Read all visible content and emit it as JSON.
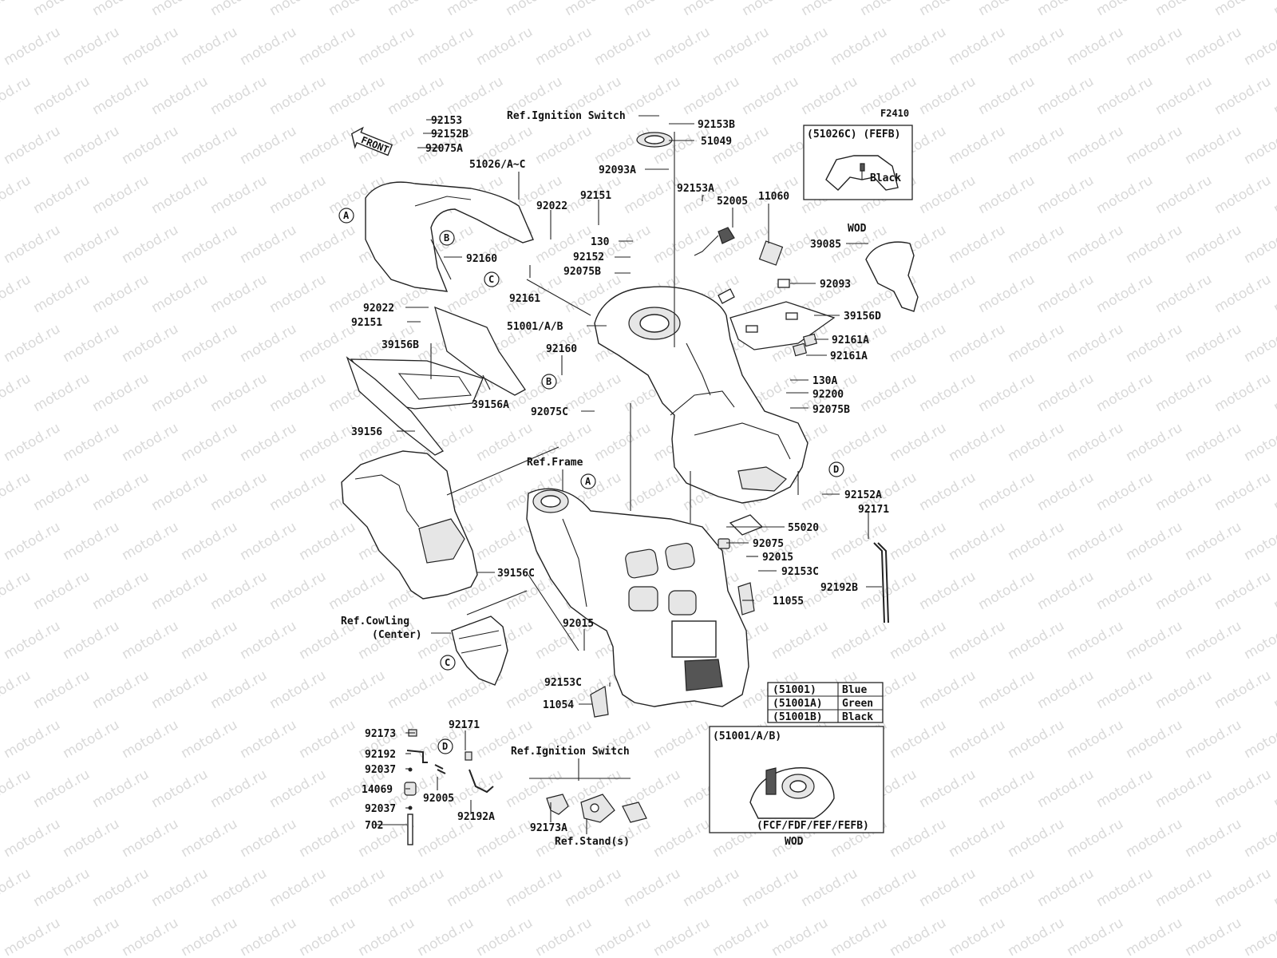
{
  "diagram_id": "F2410",
  "front_arrow": "FRONT",
  "watermark": "motod.ru",
  "part_labels": {
    "p92153": "92153",
    "p92152B": "92152B",
    "p92075A": "92075A",
    "p51026": "51026/A~C",
    "ref_ign_top": "Ref.Ignition Switch",
    "p92153B": "92153B",
    "p51049": "51049",
    "p92093A": "92093A",
    "p92022a": "92022",
    "p92151a": "92151",
    "p130a": "130",
    "p92152": "92152",
    "p92075B_a": "92075B",
    "p92161": "92161",
    "p92160a": "92160",
    "p92022b": "92022",
    "p92151b": "92151",
    "p51001": "51001/A/B",
    "p92153A": "92153A",
    "p52005": "52005",
    "p11060": "11060",
    "p92093": "92093",
    "p39156D": "39156D",
    "p92161A_a": "92161A",
    "p92161A_b": "92161A",
    "p39156B": "39156B",
    "p39156A": "39156A",
    "p92160b": "92160",
    "p92075C": "92075C",
    "p130A": "130A",
    "p92200": "92200",
    "p92075B_b": "92075B",
    "p39156": "39156",
    "ref_frame": "Ref.Frame",
    "p92152A": "92152A",
    "p92171a": "92171",
    "p55020": "55020",
    "p92075": "92075",
    "p92015a": "92015",
    "p92153C_a": "92153C",
    "p92192B": "92192B",
    "p11055": "11055",
    "p39156C": "39156C",
    "ref_cowl_1": "Ref.Cowling",
    "ref_cowl_2": "(Center)",
    "p92015b": "92015",
    "p92153C_b": "92153C",
    "p11054": "11054",
    "p92173": "92173",
    "p92192": "92192",
    "p92037a": "92037",
    "p14069": "14069",
    "p92037b": "92037",
    "p702": "702",
    "p92171b": "92171",
    "p92005": "92005",
    "p92192A": "92192A",
    "ref_ign_bottom": "Ref.Ignition Switch",
    "p92173A": "92173A",
    "ref_stand": "Ref.Stand(s)"
  },
  "callouts": [
    "A",
    "B",
    "C",
    "D"
  ],
  "inset_top": {
    "code": "(51026C) (FEFB)",
    "color": "Black",
    "variant": "WOD",
    "part": "39085"
  },
  "color_table": {
    "rows": [
      {
        "code": "(51001)",
        "color": "Blue"
      },
      {
        "code": "(51001A)",
        "color": "Green"
      },
      {
        "code": "(51001B)",
        "color": "Black"
      }
    ]
  },
  "inset_bottom": {
    "code": "(51001/A/B)",
    "models": "(FCF/FDF/FEF/FEFB)",
    "variant": "WOD"
  }
}
